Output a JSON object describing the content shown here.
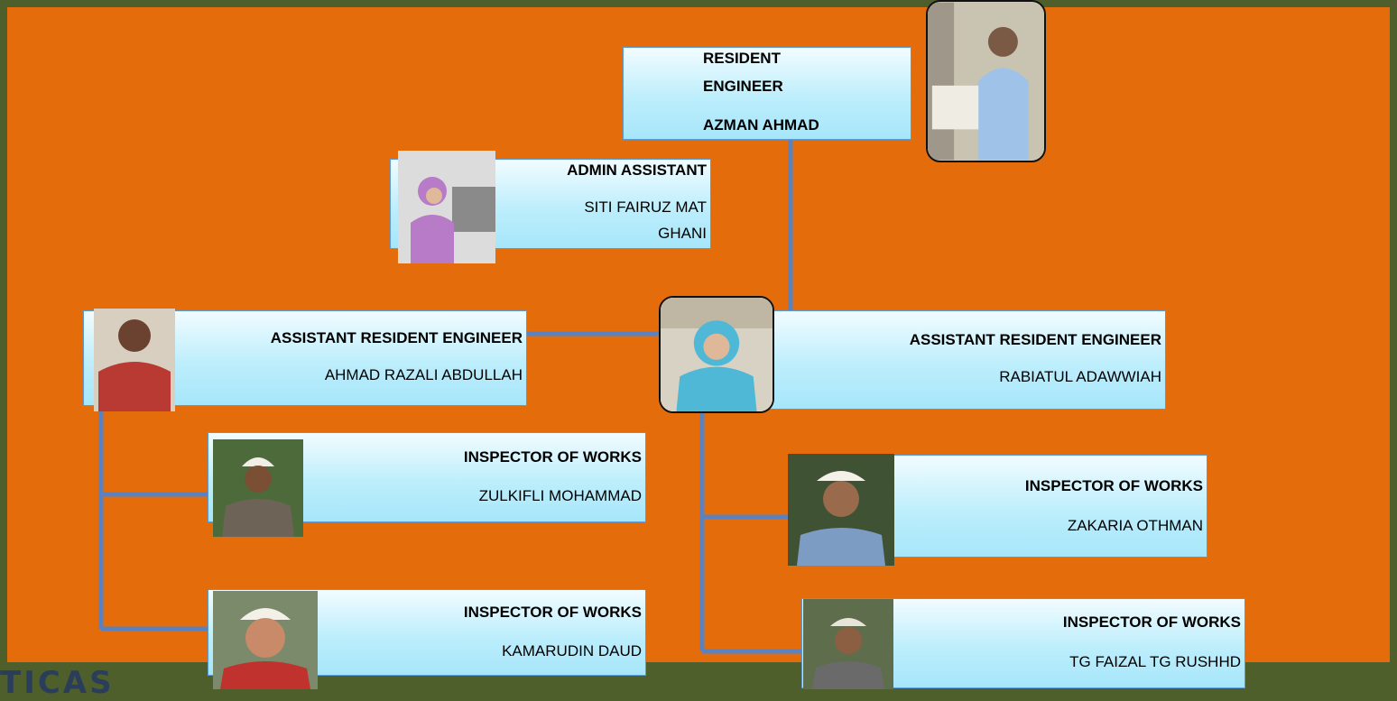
{
  "resident_engineer": {
    "title_line1": "RESIDENT",
    "title_line2": "ENGINEER",
    "name": "AZMAN AHMAD"
  },
  "admin_assistant": {
    "title": "ADMIN ASSISTANT",
    "name_line1": "SITI FAIRUZ MAT",
    "name_line2": "GHANI"
  },
  "are_left": {
    "title": "ASSISTANT RESIDENT ENGINEER",
    "name": "AHMAD RAZALI ABDULLAH"
  },
  "are_right": {
    "title": "ASSISTANT RESIDENT ENGINEER",
    "name": "RABIATUL ADAWWIAH"
  },
  "iow_1": {
    "title": "INSPECTOR OF WORKS",
    "name": "ZULKIFLI MOHAMMAD"
  },
  "iow_2": {
    "title": "INSPECTOR OF WORKS",
    "name": "KAMARUDIN DAUD"
  },
  "iow_3": {
    "title": "INSPECTOR OF WORKS",
    "name": "ZAKARIA OTHMAN"
  },
  "iow_4": {
    "title": "INSPECTOR OF WORKS",
    "name": "TG FAIZAL TG RUSHHD"
  },
  "logo_text": "TICAS",
  "colors": {
    "background": "#4e5f2c",
    "panel": "#e46c0a",
    "connector": "#5b82c0",
    "box_fill": "#bdeefc"
  }
}
